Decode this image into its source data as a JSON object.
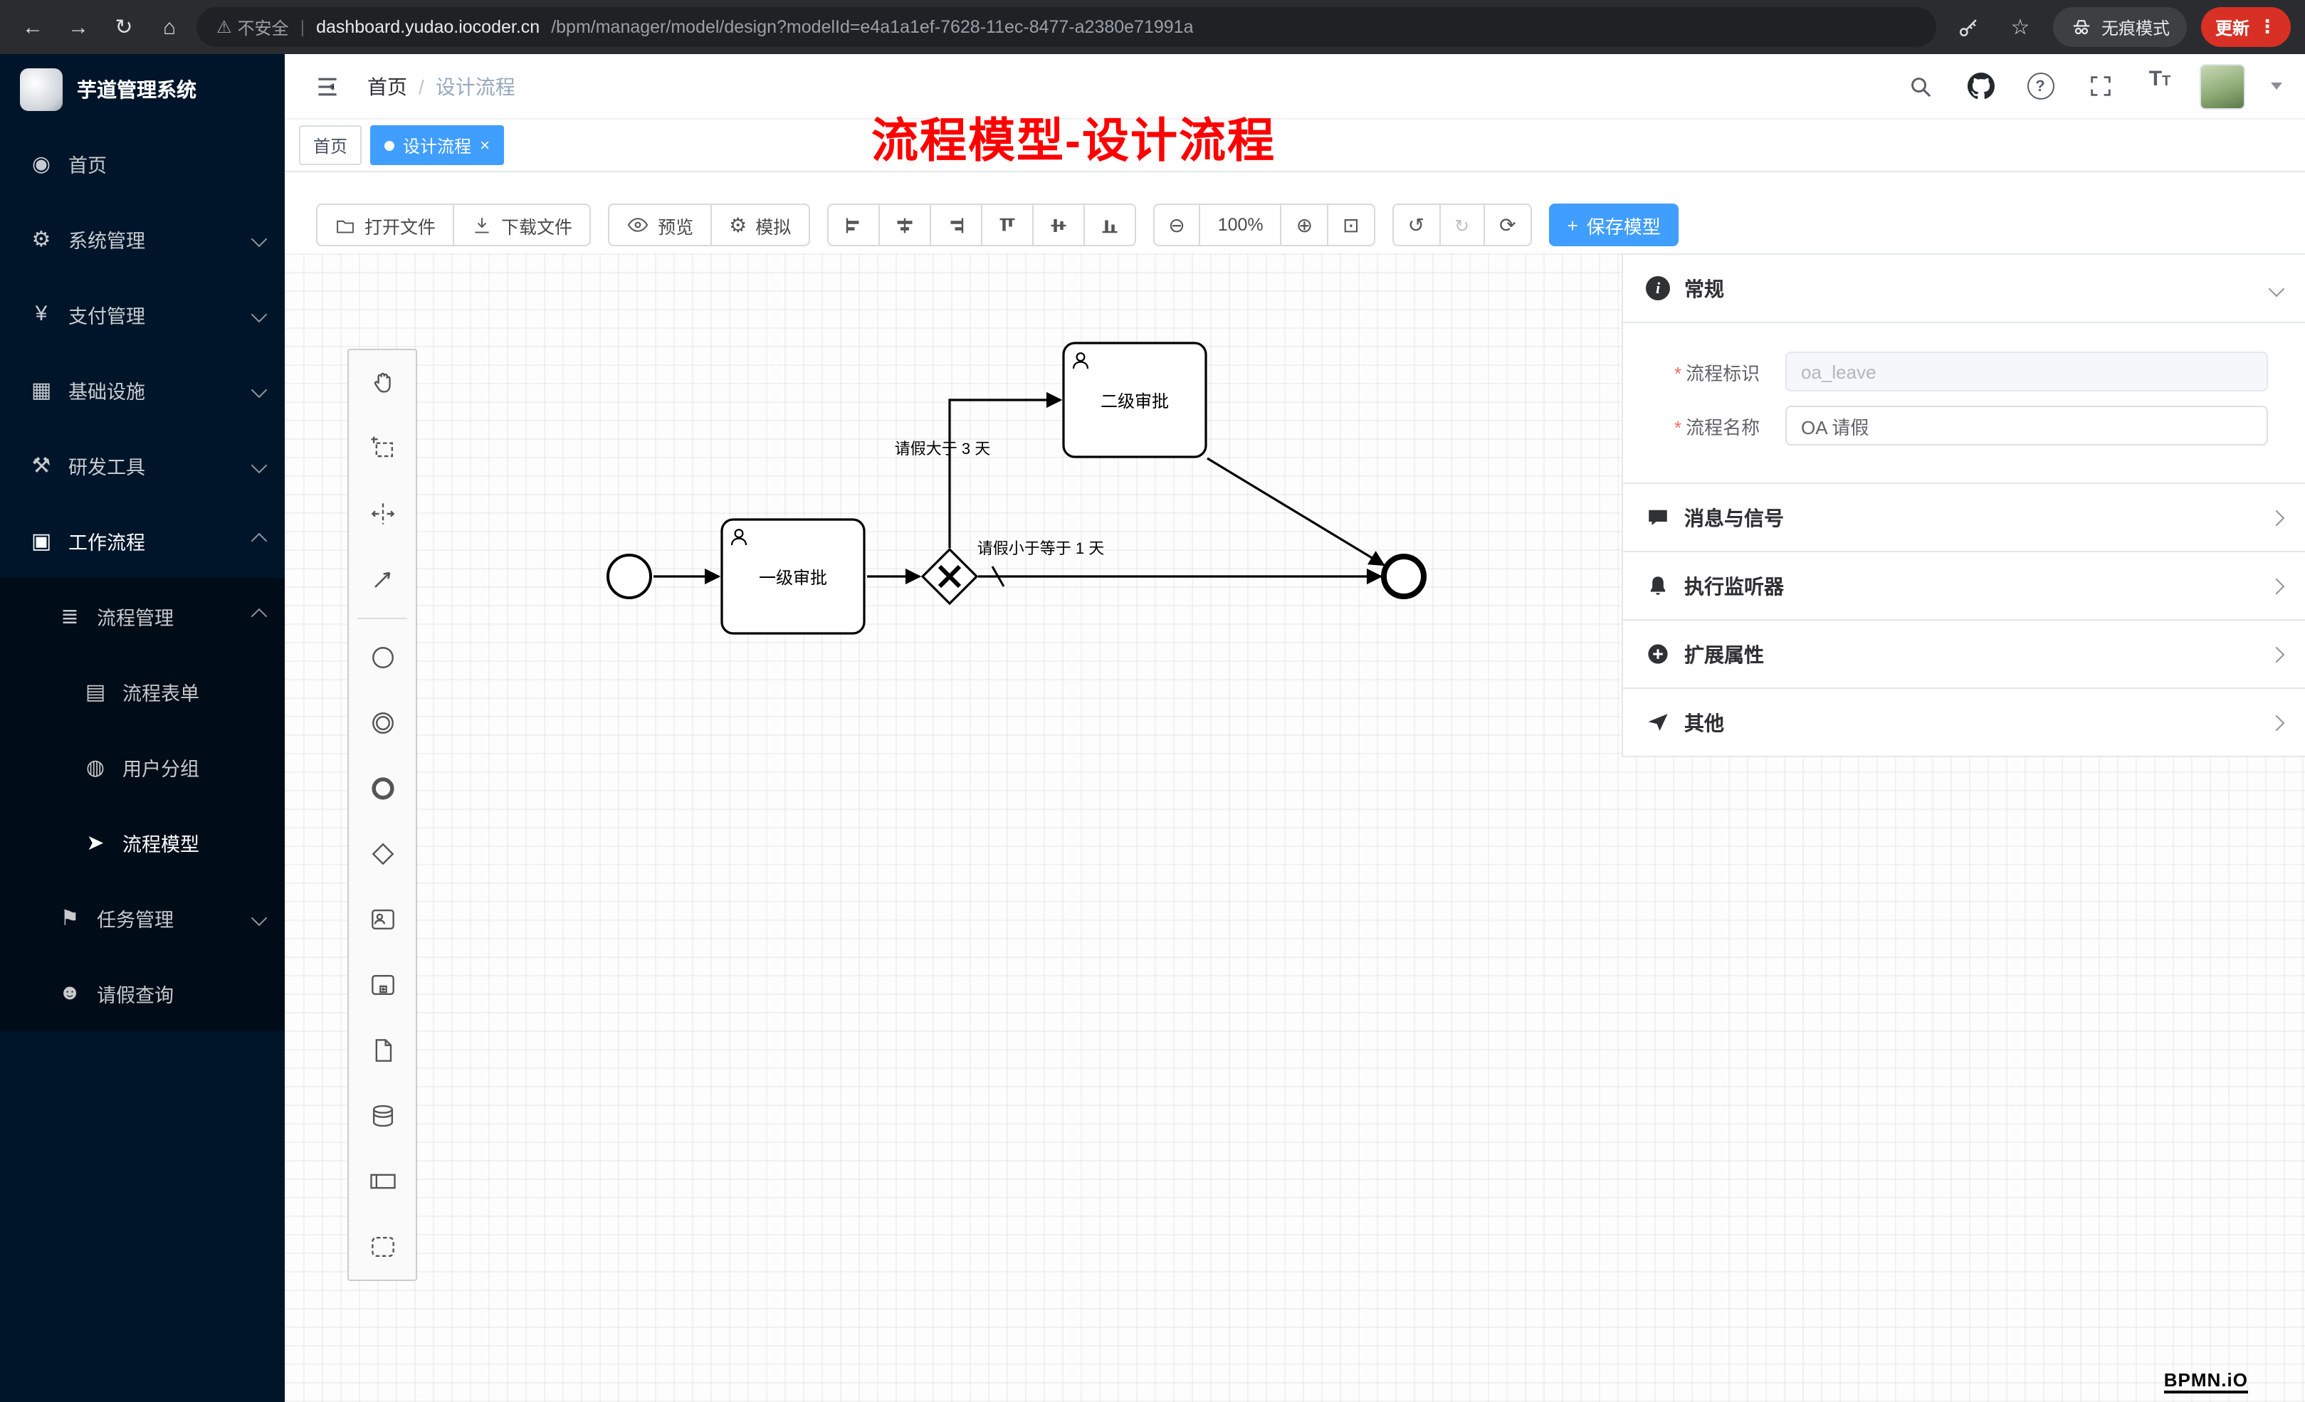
{
  "browser": {
    "security": "不安全",
    "url_domain": "dashboard.yudao.iocoder.cn",
    "url_path": "/bpm/manager/model/design?modelId=e4a1a1ef-7628-11ec-8477-a2380e71991a",
    "incognito": "无痕模式",
    "update": "更新"
  },
  "sidebar": {
    "title": "芋道管理系统",
    "items": [
      {
        "label": "首页"
      },
      {
        "label": "系统管理"
      },
      {
        "label": "支付管理"
      },
      {
        "label": "基础设施"
      },
      {
        "label": "研发工具"
      },
      {
        "label": "工作流程"
      },
      {
        "label": "流程管理"
      },
      {
        "label": "流程表单"
      },
      {
        "label": "用户分组"
      },
      {
        "label": "流程模型"
      },
      {
        "label": "任务管理"
      },
      {
        "label": "请假查询"
      }
    ]
  },
  "header": {
    "breadcrumb_home": "首页",
    "breadcrumb_current": "设计流程",
    "annotation": "流程模型-设计流程"
  },
  "tabs": {
    "home": "首页",
    "active": "设计流程"
  },
  "toolbar": {
    "open": "打开文件",
    "download": "下载文件",
    "preview": "预览",
    "simulate": "模拟",
    "zoom": "100%",
    "save": "保存模型"
  },
  "diagram": {
    "task1": "一级审批",
    "task2": "二级审批",
    "cond_gt": "请假大于 3 天",
    "cond_le": "请假小于等于 1 天"
  },
  "panel": {
    "general": "常规",
    "process_key_label": "流程标识",
    "process_key_value": "oa_leave",
    "process_name_label": "流程名称",
    "process_name_value": "OA 请假",
    "messages": "消息与信号",
    "listeners": "执行监听器",
    "ext_attrs": "扩展属性",
    "other": "其他"
  },
  "watermark": "BPMN.iO",
  "colors": {
    "accent": "#409eff",
    "sidebar_bg": "#001529",
    "annotation_red": "#fe0000"
  }
}
